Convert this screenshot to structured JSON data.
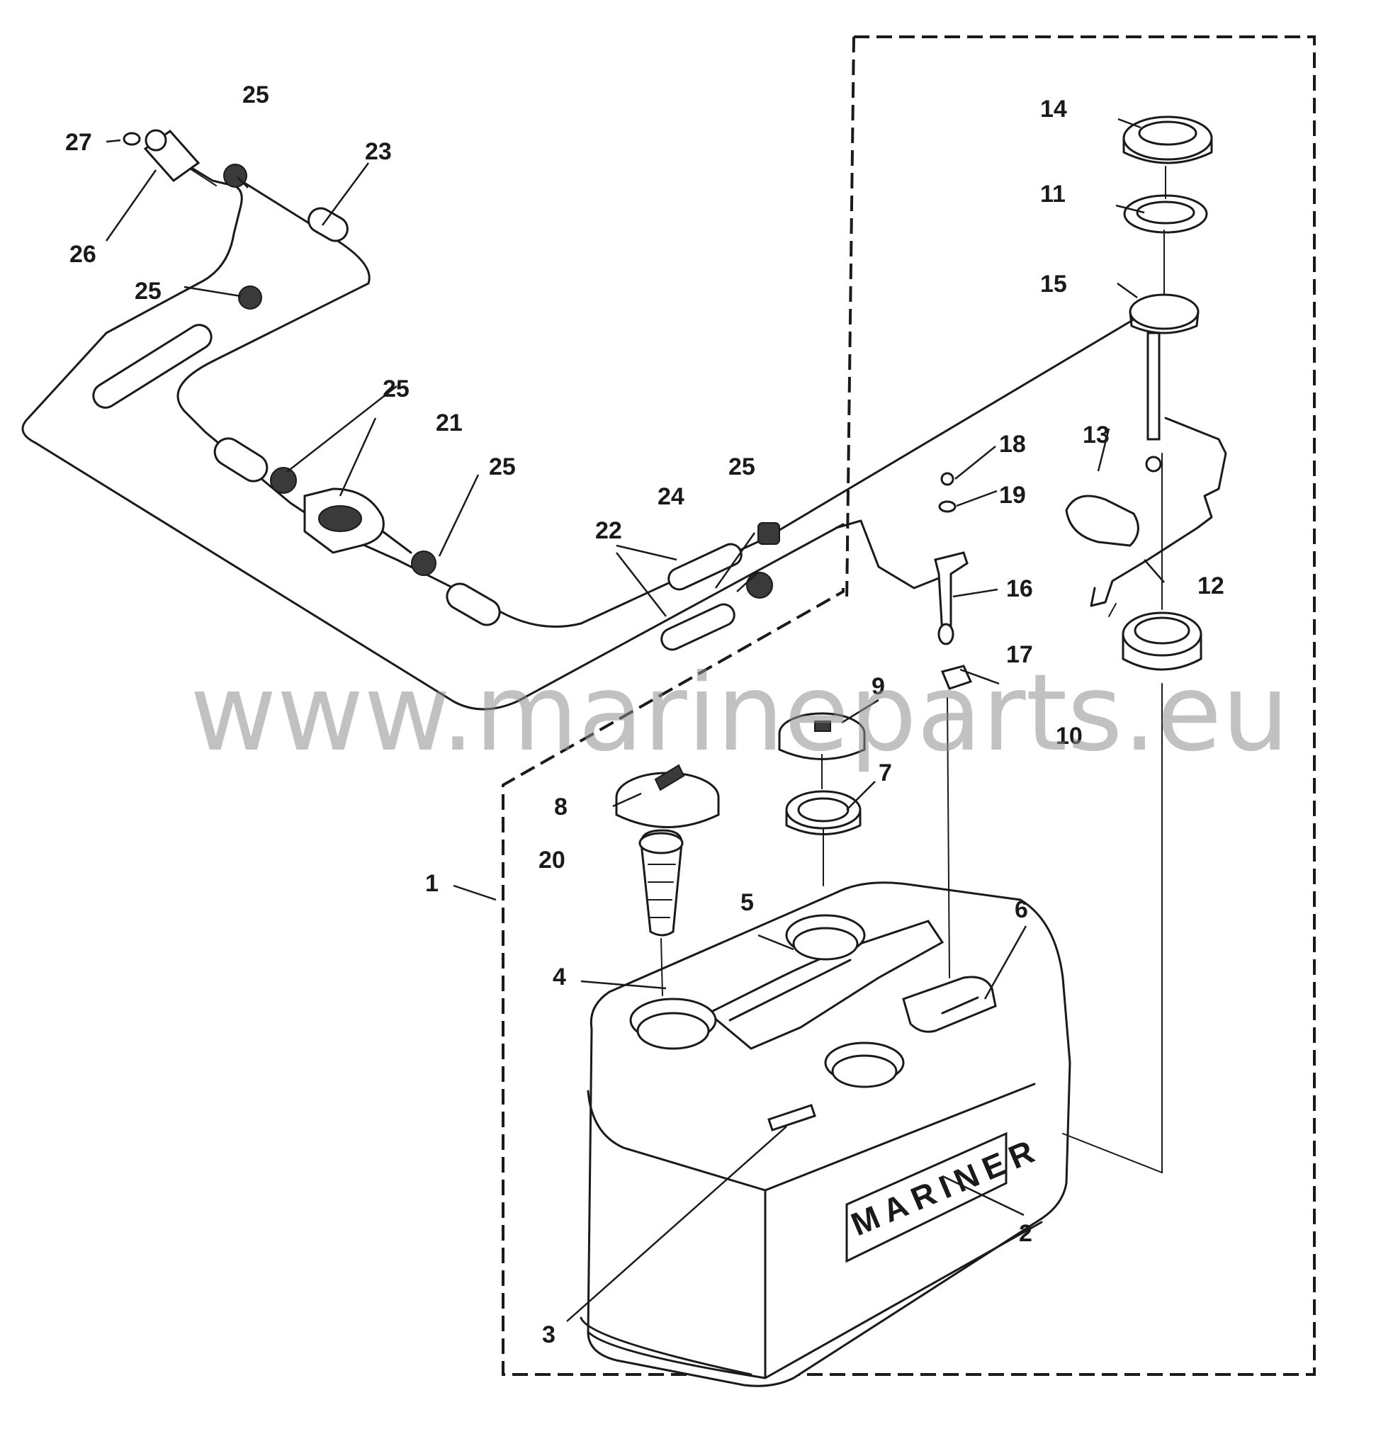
{
  "diagram": {
    "brand_label": "MARINER",
    "watermark": "www.marineparts.eu",
    "callouts": {
      "c1": "1",
      "c2": "2",
      "c3": "3",
      "c4": "4",
      "c5": "5",
      "c6": "6",
      "c7": "7",
      "c8": "8",
      "c9": "9",
      "c10": "10",
      "c11": "11",
      "c12": "12",
      "c13": "13",
      "c14": "14",
      "c15": "15",
      "c16": "16",
      "c17": "17",
      "c18": "18",
      "c19": "19",
      "c20": "20",
      "c21": "21",
      "c22": "22",
      "c23": "23",
      "c24": "24",
      "c25a": "25",
      "c25b": "25",
      "c25c": "25",
      "c25d": "25",
      "c25e": "25",
      "c26": "26",
      "c27": "27"
    }
  }
}
